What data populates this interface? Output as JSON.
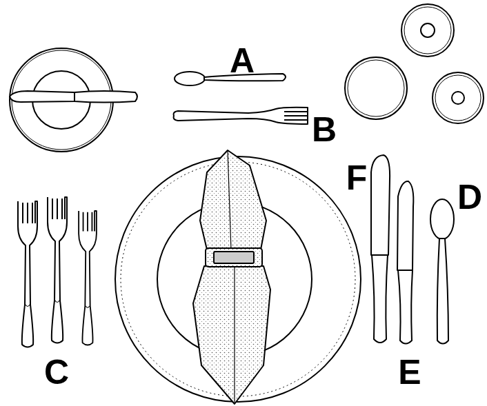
{
  "diagram": {
    "labels": [
      "A",
      "B",
      "F",
      "D",
      "C",
      "E"
    ]
  }
}
